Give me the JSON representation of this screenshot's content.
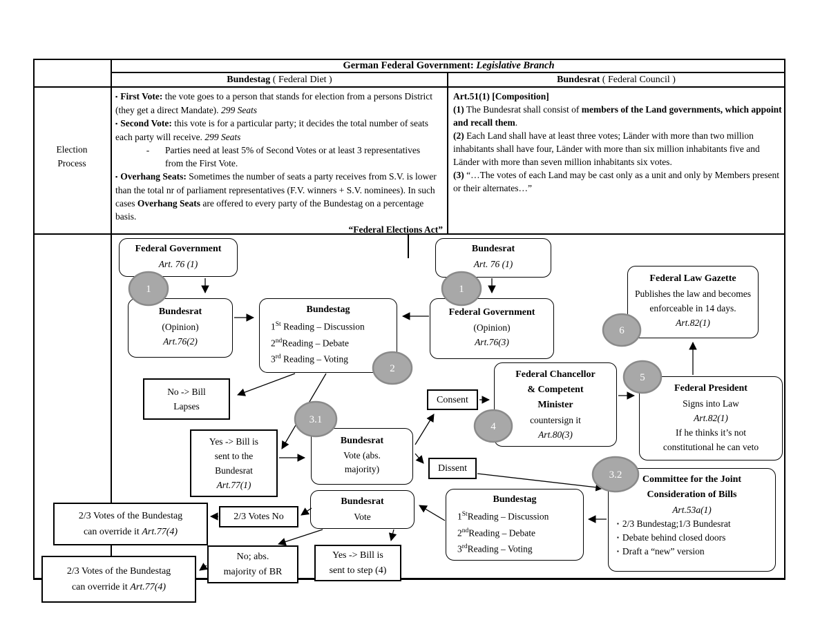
{
  "title": {
    "prefix": "German Federal Government: ",
    "italic": "Legislative Branch"
  },
  "columns": {
    "bundestag": {
      "bold": "Bundestag",
      "rest": " ( Federal Diet )"
    },
    "bundesrat": {
      "bold": "Bundesrat",
      "rest": " ( Federal Council )"
    }
  },
  "row_label": {
    "line1": "Election",
    "line2": "Process"
  },
  "election": {
    "bundestag": {
      "bullet": "▪",
      "b1_label": "First Vote:",
      "b1_text": " the vote goes to a person that stands for election from a persons District (they get a direct Mandate). ",
      "b1_em": "299 Seats",
      "b2_label": "Second Vote:",
      "b2_text": " this vote is for a particular party; it decides the total number of seats each party will receive. ",
      "b2_em": "299 Seats",
      "sub_dash": "-",
      "sub_text": "Parties need at least 5% of Second Votes or at least 3 representatives from the First Vote.",
      "b3_label": "Overhang Seats:",
      "b3_text1": " Sometimes the number of seats a party receives from S.V. is lower than the total nr of parliament representatives (F.V. winners + S.V. nominees). In such cases ",
      "b3_bold2": "Overhang Seats",
      "b3_text2": " are offered to every party of the Bundestag on a percentage basis.",
      "footer": "“Federal Elections Act”"
    },
    "bundesrat": {
      "heading": "Art.51(1) [Composition]",
      "p1_num": "(1)",
      "p1_text": " The Bundesrat shall consist of ",
      "p1_bold": "members of the Land governments, which appoint and recall them",
      "p1_end": ".",
      "p2_num": "(2)",
      "p2_text": " Each Land shall have at least three votes; Länder with more than two million inhabitants shall have four, Länder with more than six million inhabitants five and Länder with more than seven million inhabitants six votes.",
      "p3_num": "(3)",
      "p3_text": " “…The votes of each Land may be cast only as a unit and only by Members present or their alternates…”"
    }
  },
  "flowchart": {
    "fed_gov_1": {
      "title": "Federal Government",
      "art": "Art. 76 (1)"
    },
    "bundesrat_opinion": {
      "title": "Bundesrat",
      "line": "(Opinion)",
      "art": "Art.76(2)"
    },
    "bt1": {
      "title": "Bundestag",
      "r1": {
        "n": "1",
        "sup": "St",
        "rest": " Reading – Discussion"
      },
      "r2": {
        "n": "2",
        "sup": "nd",
        "rest": "Reading – Debate"
      },
      "r3": {
        "n": "3",
        "sup": "rd",
        "rest": " Reading – Voting"
      }
    },
    "bundesrat_76": {
      "title": "Bundesrat",
      "art": "Art. 76 (1)"
    },
    "fed_gov_opinion": {
      "title": "Federal Government",
      "line": "(Opinion)",
      "art": "Art.76(3)"
    },
    "gazette": {
      "title": "Federal Law Gazette",
      "text": "Publishes the law and becomes enforceable in 14 days. ",
      "art": "Art.82(1)"
    },
    "no_bill_lapses": {
      "l1": "No -> Bill",
      "l2": "Lapses"
    },
    "yes_to_bundesrat": {
      "l1": "Yes -> Bill is",
      "l2": "sent to the",
      "l3": "Bundesrat",
      "art": "Art.77(1)"
    },
    "bundesrat_vote_abs": {
      "title": "Bundesrat",
      "l1": "Vote (abs.",
      "l2": "majority)"
    },
    "consent": {
      "text": "Consent"
    },
    "dissent": {
      "text": "Dissent"
    },
    "chancellor": {
      "t1": "Federal Chancellor",
      "t2": "& Competent",
      "t3": "Minister",
      "line": "countersign it",
      "art": "Art.80(3)"
    },
    "president": {
      "title": "Federal President",
      "l1": "Signs into Law",
      "art": "Art.82(1)",
      "l2": "If he thinks it’s not",
      "l3": "constitutional he can veto"
    },
    "committee": {
      "t1": "Committee for the Joint",
      "t2": "Consideration of Bills",
      "art": "Art.53a(1)",
      "bullet": "▪",
      "b1": "2/3 Bundestag;1/3 Bundesrat",
      "b2": "Debate behind closed doors",
      "b3": "Draft a “new” version"
    },
    "bundesrat_vote": {
      "title": "Bundesrat",
      "line": "Vote"
    },
    "bt2": {
      "title": "Bundestag",
      "r1": {
        "n": "1",
        "sup": "St",
        "rest": "Reading – Discussion"
      },
      "r2": {
        "n": "2",
        "sup": "nd",
        "rest": "Reading – Debate"
      },
      "r3": {
        "n": "3",
        "sup": "rd",
        "rest": "Reading – Voting"
      }
    },
    "votes_no_23": {
      "text": "2/3 Votes No"
    },
    "override_1": {
      "l1": "2/3 Votes of the Bundestag",
      "l2": "can override it ",
      "art": "Art.77(4)"
    },
    "override_2": {
      "l1": "2/3 Votes of the Bundestag",
      "l2": "can override it ",
      "art": "Art.77(4)"
    },
    "no_abs_majority": {
      "l1": "No; abs.",
      "l2": "majority of BR"
    },
    "yes_step_4": {
      "l1": "Yes -> Bill is",
      "l2": "sent to step (4)"
    },
    "circles": {
      "c1l": "1",
      "c1r": "1",
      "c2": "2",
      "c31": "3.1",
      "c32": "3.2",
      "c4": "4",
      "c5": "5",
      "c6": "6"
    }
  },
  "colors": {
    "circle_fill": "#a8a8a8",
    "circle_stroke": "#8a8a8a",
    "circle_text": "#ffffff",
    "line": "#000000"
  }
}
